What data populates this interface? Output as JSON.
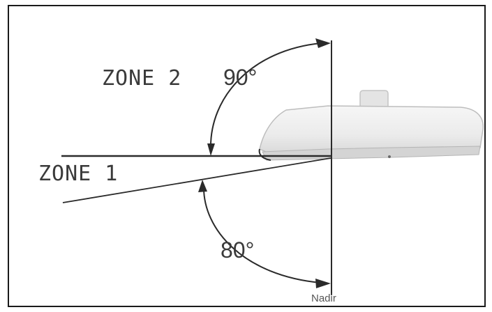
{
  "labels": {
    "zone2": "ZONE 2",
    "zone1": "ZONE 1",
    "angle_90": "90°",
    "angle_80": "80°",
    "nadir": "Nadir"
  },
  "colors": {
    "line": "#2a2a2a",
    "luminaire_body": "#eeeeee",
    "luminaire_outline": "#bdbdbd",
    "luminaire_shade": "#d4d4d4",
    "frame": "#1a1a1a"
  },
  "angles_deg": {
    "zone2_boundary": 90,
    "zone1_boundary": 80
  }
}
